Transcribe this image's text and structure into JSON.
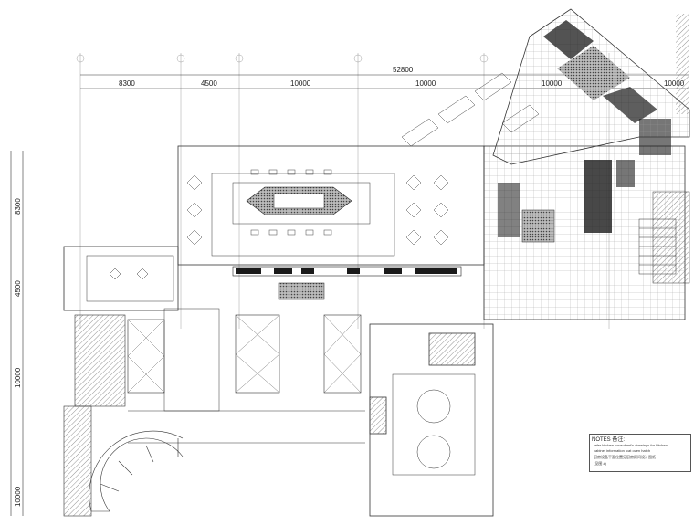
{
  "plan": {
    "top_dims": [
      "8300",
      "4500",
      "10000",
      "10000",
      "10000",
      "10000"
    ],
    "total_dim": "52800",
    "left_dims": [
      "8300",
      "4500",
      "10000",
      "10000"
    ]
  },
  "notes": {
    "title": "NOTES 备注:",
    "lines": [
      "refer kitchen consultant's drawings for kitchen",
      "cabinet information  ,cat oven hatch",
      "厨房设备平面位置见厨房顾问设计图纸",
      "(见图 #)"
    ]
  },
  "colors": {
    "line": "#333333",
    "hatch": "#555555",
    "dark": "#1a1a1a"
  }
}
